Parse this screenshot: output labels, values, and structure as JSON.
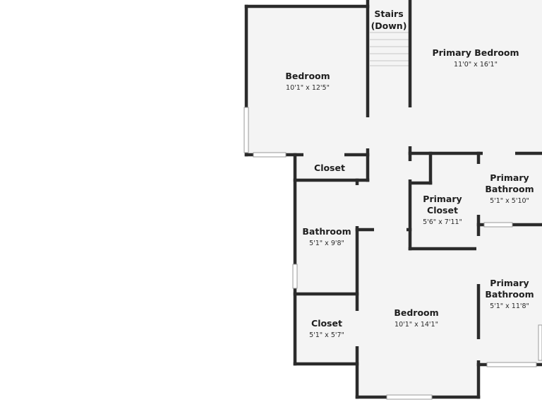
{
  "rooms": {
    "bedroom_top": {
      "name": "Bedroom",
      "dims": "10'1\" x 12'5\""
    },
    "stairs": {
      "line1": "Stairs",
      "line2": "(Down)"
    },
    "primary_bedroom": {
      "name": "Primary Bedroom",
      "dims": "11'0\" x 16'1\""
    },
    "closet_top": {
      "name": "Closet"
    },
    "primary_bathroom_top": {
      "line1": "Primary",
      "line2": "Bathroom",
      "dims": "5'1\" x 5'10\""
    },
    "primary_closet": {
      "line1": "Primary",
      "line2": "Closet",
      "dims": "5'6\" x 7'11\""
    },
    "bathroom": {
      "name": "Bathroom",
      "dims": "5'1\" x 9'8\""
    },
    "primary_bathroom_bottom": {
      "line1": "Primary",
      "line2": "Bathroom",
      "dims": "5'1\" x 11'8\""
    },
    "closet_bottom": {
      "name": "Closet",
      "dims": "5'1\" x 5'7\""
    },
    "bedroom_bottom": {
      "name": "Bedroom",
      "dims": "10'1\" x 14'1\""
    }
  },
  "colors": {
    "wall": "#2b2b2b",
    "floor": "#f4f4f4",
    "window": "#ffffff",
    "window_line": "#9a9a9a"
  }
}
